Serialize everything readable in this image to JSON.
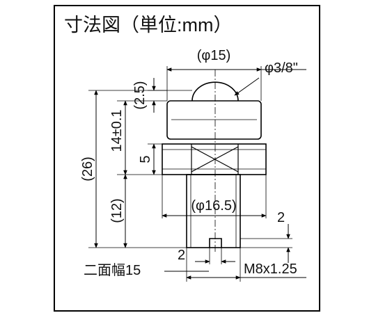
{
  "header": {
    "title": "寸法図（単位:mm）"
  },
  "dims": {
    "dia_top": "(φ15)",
    "ball_size": "φ3/8\"",
    "ball_protrusion": "(2.5)",
    "body_height": "14±0.1",
    "total_height": "(26)",
    "nut_height": "5",
    "nut_dia": "(φ16.5)",
    "thread_length": "(12)",
    "slot_depth": "2",
    "slot_width": "2",
    "across_flats": "二面幅15",
    "thread": "M8x1.25"
  }
}
